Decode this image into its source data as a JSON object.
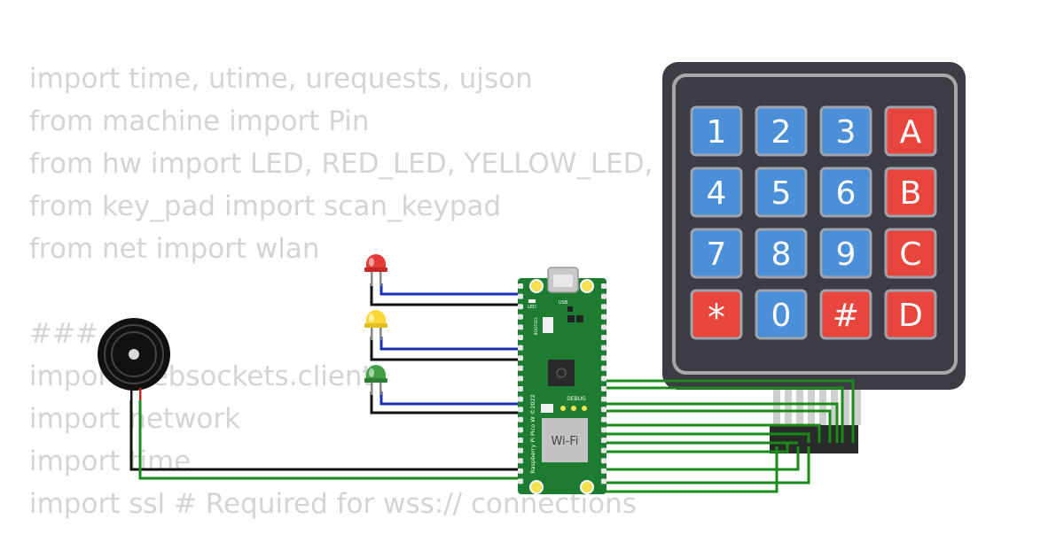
{
  "code_lines": [
    "import time, utime, urequests, ujson",
    "from machine import Pin",
    "from hw import LED, RED_LED, YELLOW_LED, GREEN_LED",
    "from key_pad import scan_keypad",
    "from net import wlan",
    "",
    "###",
    "import websockets.client",
    "import network",
    "import time",
    "import ssl # Required for wss:// connections"
  ],
  "board": {
    "wifi_label": "Wi-Fi",
    "usb_label": "USB",
    "debug_label": "DEBUG",
    "led_label": "LED",
    "bootsel_label": "BOOTSEL",
    "name_label": "Raspberry Pi Pico W ©2022"
  },
  "keypad": {
    "keys": [
      [
        "1",
        "2",
        "3",
        "A"
      ],
      [
        "4",
        "5",
        "6",
        "B"
      ],
      [
        "7",
        "8",
        "9",
        "C"
      ],
      [
        "*",
        "0",
        "#",
        "D"
      ]
    ],
    "red_keys": [
      "A",
      "B",
      "C",
      "D",
      "*",
      "#"
    ]
  },
  "leds": [
    {
      "name": "red-led",
      "color": "#e53935"
    },
    {
      "name": "yellow-led",
      "color": "#fdd835"
    },
    {
      "name": "green-led",
      "color": "#43a047"
    }
  ],
  "colors": {
    "pcb": "#1e7b32",
    "wire_blue": "#1a2fb8",
    "wire_black": "#111111",
    "wire_green": "#1a8a1a",
    "key_blue": "#4a8fd8",
    "key_red": "#e8453c",
    "keypad_body": "#3c3c44"
  }
}
